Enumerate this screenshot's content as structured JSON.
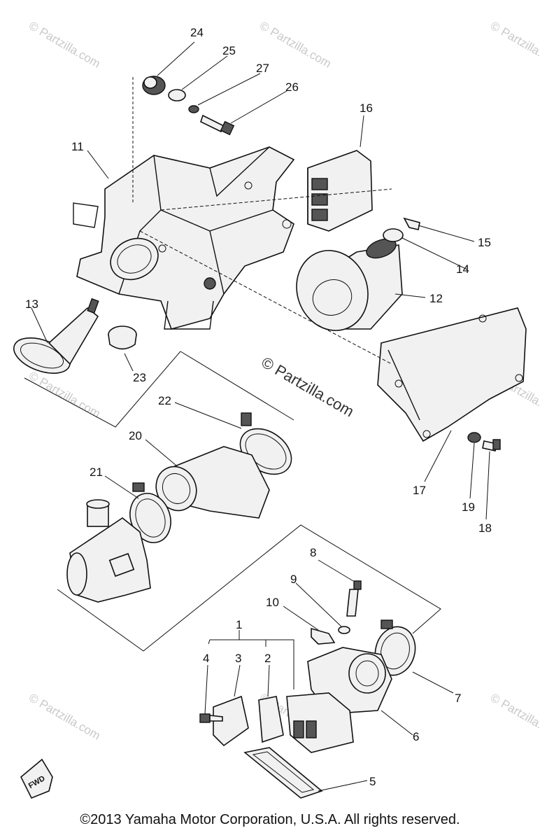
{
  "diagram": {
    "part_numbers": [
      "1",
      "2",
      "3",
      "4",
      "5",
      "6",
      "7",
      "8",
      "9",
      "10",
      "11",
      "12",
      "13",
      "14",
      "15",
      "16",
      "17",
      "18",
      "19",
      "20",
      "21",
      "22",
      "23",
      "24",
      "25",
      "26",
      "27"
    ],
    "fwd_label": "FWD",
    "watermark_center": "© Partzilla.com",
    "watermark_small": "© Partzilla.com"
  },
  "footer": {
    "copyright": "©2013 Yamaha Motor Corporation, U.S.A. All rights reserved."
  }
}
